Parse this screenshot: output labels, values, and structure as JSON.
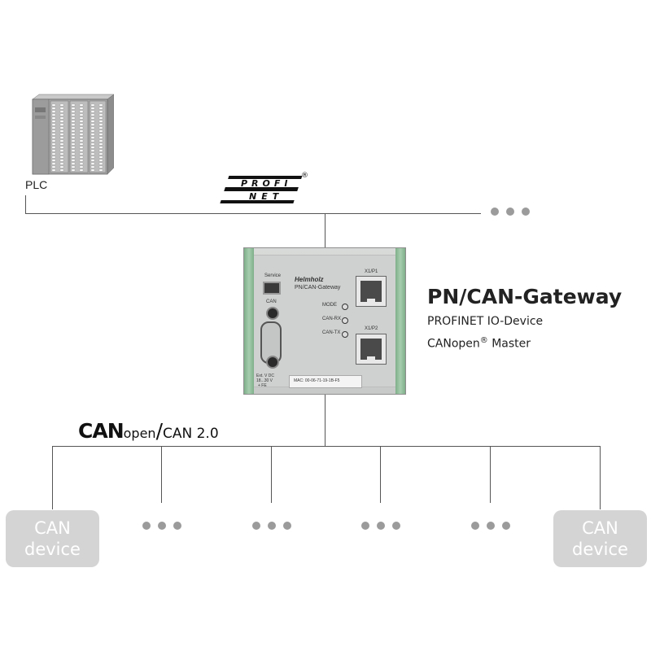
{
  "plc": {
    "label": "PLC"
  },
  "profinet_logo": {
    "top_text": "PROFI",
    "bottom_text": "NET",
    "registered": "®"
  },
  "gateway": {
    "title": "PN/CAN-Gateway",
    "line1": "PROFINET IO-Device",
    "line2_text": "CANopen",
    "line2_reg": "®",
    "line2_suffix": " Master",
    "panel": {
      "service": "Service",
      "brand": "Helmholz",
      "model": "PN/CAN-Gateway",
      "can": "CAN",
      "port1": "X1/P1",
      "port2": "X1/P2",
      "led_mode": "MODE",
      "led_rx": "CAN-RX",
      "led_tx": "CAN-TX",
      "power_line1": "Ext. V DC",
      "power_line2": "18...30 V",
      "power_line3": "+  FE",
      "mac": "MAC: 00-06-71-19-1B-F5"
    }
  },
  "canopen_logo": {
    "bold": "CAN",
    "open": "open",
    "slash": "/",
    "version": "CAN 2.0"
  },
  "devices": {
    "left": [
      "CAN",
      "device"
    ],
    "right": [
      "CAN",
      "device"
    ]
  },
  "colors": {
    "rail": "#7fb08a",
    "device_bg": "#d4d4d4",
    "dots": "#9b9b9b",
    "line": "#555555"
  }
}
